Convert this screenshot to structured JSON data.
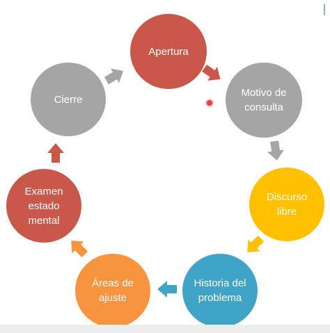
{
  "diagram": {
    "type": "cycle",
    "nodes": [
      {
        "id": "apertura",
        "label": "Apertura",
        "color": "#c9584b"
      },
      {
        "id": "motivo",
        "label": "Motivo de consulta",
        "color": "#a5a5a5"
      },
      {
        "id": "discurso",
        "label": "Discurso libre",
        "color": "#ffc000"
      },
      {
        "id": "historia",
        "label": "Historia del problema",
        "color": "#3fa4c6"
      },
      {
        "id": "areas",
        "label": "Áreas de ajuste",
        "color": "#f7943d"
      },
      {
        "id": "examen",
        "label": "Examen estado mental",
        "color": "#c9584b"
      },
      {
        "id": "cierre",
        "label": "Cierre",
        "color": "#a5a5a5"
      }
    ],
    "arrows": [
      {
        "from": "apertura",
        "to": "motivo",
        "color": "#c9584b",
        "icon": "arrow-icon"
      },
      {
        "from": "motivo",
        "to": "discurso",
        "color": "#a5a5a5",
        "icon": "arrow-icon"
      },
      {
        "from": "discurso",
        "to": "historia",
        "color": "#ffc000",
        "icon": "arrow-icon"
      },
      {
        "from": "historia",
        "to": "areas",
        "color": "#3fa4c6",
        "icon": "arrow-icon"
      },
      {
        "from": "areas",
        "to": "examen",
        "color": "#f7943d",
        "icon": "arrow-icon"
      },
      {
        "from": "examen",
        "to": "cierre",
        "color": "#c9584b",
        "icon": "arrow-icon"
      },
      {
        "from": "cierre",
        "to": "apertura",
        "color": "#a5a5a5",
        "icon": "arrow-icon"
      }
    ]
  }
}
